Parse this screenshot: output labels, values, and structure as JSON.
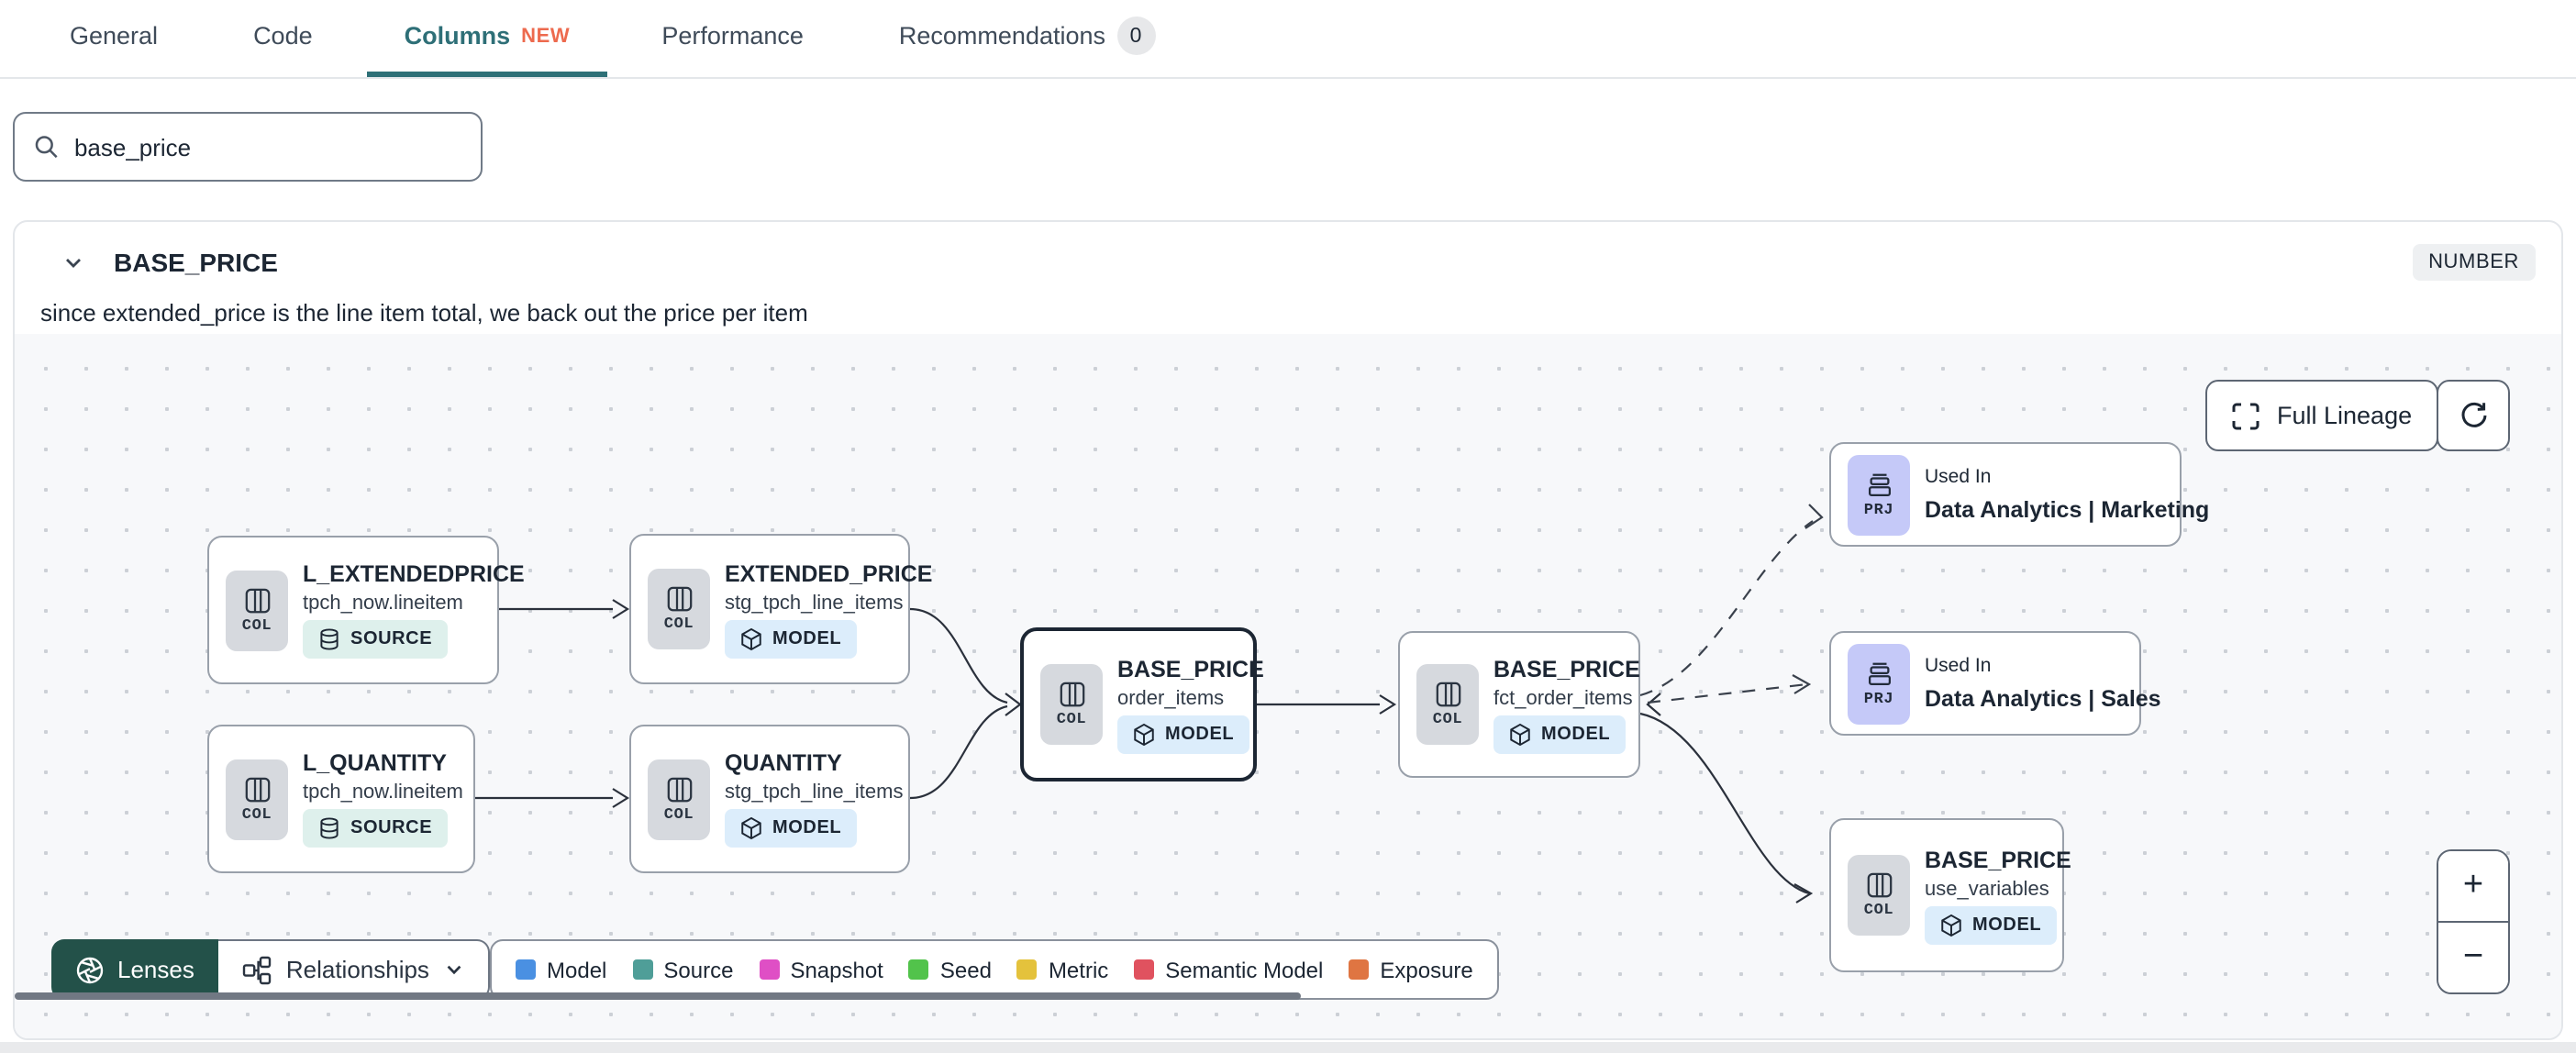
{
  "tabs": {
    "items": [
      {
        "label": "General"
      },
      {
        "label": "Code"
      },
      {
        "label": "Columns",
        "badge": "NEW"
      },
      {
        "label": "Performance"
      },
      {
        "label": "Recommendations",
        "badge": "0"
      }
    ],
    "active": "Columns"
  },
  "search": {
    "value": "base_price"
  },
  "column_panel": {
    "name": "BASE_PRICE",
    "type_badge": "NUMBER",
    "description": "since extended_price is the line item total, we back out the price per item"
  },
  "lineage": {
    "controls": {
      "full_lineage_label": "Full Lineage",
      "zoom_in": "+",
      "zoom_out": "−"
    },
    "nodes": [
      {
        "kind": "COL",
        "title": "L_EXTENDEDPRICE",
        "subtitle": "tpch_now.lineitem",
        "badge": "SOURCE"
      },
      {
        "kind": "COL",
        "title": "EXTENDED_PRICE",
        "subtitle": "stg_tpch_line_items",
        "badge": "MODEL"
      },
      {
        "kind": "COL",
        "title": "L_QUANTITY",
        "subtitle": "tpch_now.lineitem",
        "badge": "SOURCE"
      },
      {
        "kind": "COL",
        "title": "QUANTITY",
        "subtitle": "stg_tpch_line_items",
        "badge": "MODEL"
      },
      {
        "kind": "COL",
        "title": "BASE_PRICE",
        "subtitle": "order_items",
        "badge": "MODEL",
        "selected": true
      },
      {
        "kind": "COL",
        "title": "BASE_PRICE",
        "subtitle": "fct_order_items",
        "badge": "MODEL"
      },
      {
        "kind": "PRJ",
        "label": "Used In",
        "title": "Data Analytics | Marketing"
      },
      {
        "kind": "PRJ",
        "label": "Used In",
        "title": "Data Analytics | Sales"
      },
      {
        "kind": "COL",
        "title": "BASE_PRICE",
        "subtitle": "use_variables",
        "badge": "MODEL"
      }
    ],
    "chip_labels": {
      "col": "COL",
      "prj": "PRJ"
    },
    "toolbar": {
      "lenses_label": "Lenses",
      "relationships_label": "Relationships"
    },
    "legend": {
      "items": [
        {
          "label": "Model",
          "color": "#4a90e2"
        },
        {
          "label": "Source",
          "color": "#4f9e98"
        },
        {
          "label": "Snapshot",
          "color": "#df4fc5"
        },
        {
          "label": "Seed",
          "color": "#52c34b"
        },
        {
          "label": "Metric",
          "color": "#e4c23c"
        },
        {
          "label": "Semantic Model",
          "color": "#e0525f"
        },
        {
          "label": "Exposure",
          "color": "#df7542"
        }
      ]
    }
  }
}
